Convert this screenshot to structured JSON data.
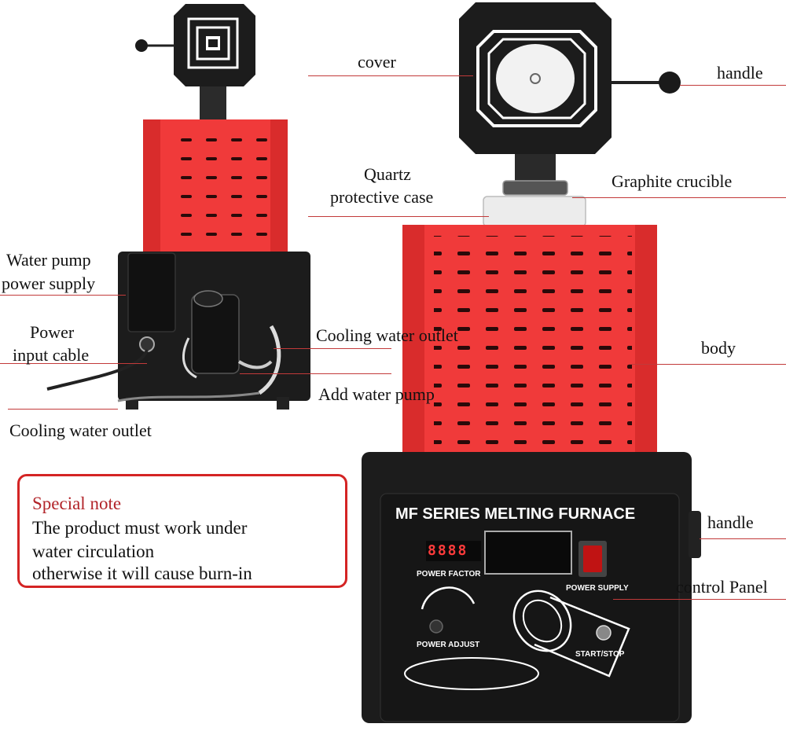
{
  "labels": {
    "cover": "cover",
    "handle_top": "handle",
    "quartz_line1": "Quartz",
    "quartz_line2": "protective case",
    "graphite": "Graphite crucible",
    "pump_power_line1": "Water pump",
    "pump_power_line2": "power supply",
    "power_input_line1": "Power",
    "power_input_line2": "input cable",
    "cooling_outlet_right": "Cooling water outlet",
    "add_pump": "Add water pump",
    "body": "body",
    "cooling_outlet_left": "Cooling water outlet",
    "handle_side": "handle",
    "control_panel": "control Panel"
  },
  "note": {
    "title": "Special note",
    "line1": "The product must work under",
    "line2": "water circulation",
    "line3": "otherwise it will cause burn-in"
  },
  "panel": {
    "brand": "MF SERIES MELTING FURNACE",
    "power_factor": "POWER FACTOR",
    "power_supply": "POWER SUPPLY",
    "power_adjust": "POWER ADJUST",
    "start_stop": "START/STOP",
    "display_digits": "8888"
  },
  "colors": {
    "body_red": "#f03a3a",
    "frame_black": "#1c1c1c",
    "leader": "#c23a3a",
    "note_border": "#d42424",
    "note_title": "#b2252a"
  }
}
